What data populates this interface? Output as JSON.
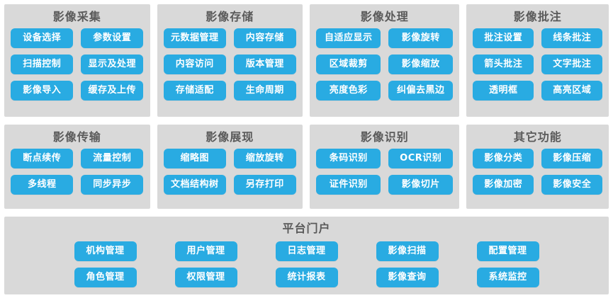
{
  "diagram": {
    "title_bottom": "平台门户",
    "accent_color": "#29abe2",
    "panel_bg": "#d9d9d9",
    "title_color": "#5a5a5a",
    "row1": [
      {
        "title": "影像采集",
        "buttons": [
          "设备选择",
          "参数设置",
          "扫描控制",
          "显示及处理",
          "影像导入",
          "缓存及上传"
        ]
      },
      {
        "title": "影像存储",
        "buttons": [
          "元数据管理",
          "内容存储",
          "内容访问",
          "版本管理",
          "存储适配",
          "生命周期"
        ]
      },
      {
        "title": "影像处理",
        "buttons": [
          "自适应显示",
          "影像旋转",
          "区域裁剪",
          "影像缩放",
          "亮度色彩",
          "纠偏去黑边"
        ]
      },
      {
        "title": "影像批注",
        "buttons": [
          "批注设置",
          "线条批注",
          "箭头批注",
          "文字批注",
          "透明框",
          "高亮区域"
        ]
      }
    ],
    "row2": [
      {
        "title": "影像传输",
        "buttons": [
          "断点续传",
          "流量控制",
          "多线程",
          "同步异步"
        ]
      },
      {
        "title": "影像展现",
        "buttons": [
          "缩略图",
          "缩放旋转",
          "文档结构树",
          "另存打印"
        ]
      },
      {
        "title": "影像识别",
        "buttons": [
          "条码识别",
          "OCR识别",
          "证件识别",
          "影像切片"
        ]
      },
      {
        "title": "其它功能",
        "buttons": [
          "影像分类",
          "影像压缩",
          "影像加密",
          "影像安全"
        ]
      }
    ],
    "portal": {
      "title": "平台门户",
      "columns": [
        [
          "机构管理",
          "角色管理"
        ],
        [
          "用户管理",
          "权限管理"
        ],
        [
          "日志管理",
          "统计报表"
        ],
        [
          "影像扫描",
          "影像查询"
        ],
        [
          "配置管理",
          "系统监控"
        ]
      ]
    }
  }
}
